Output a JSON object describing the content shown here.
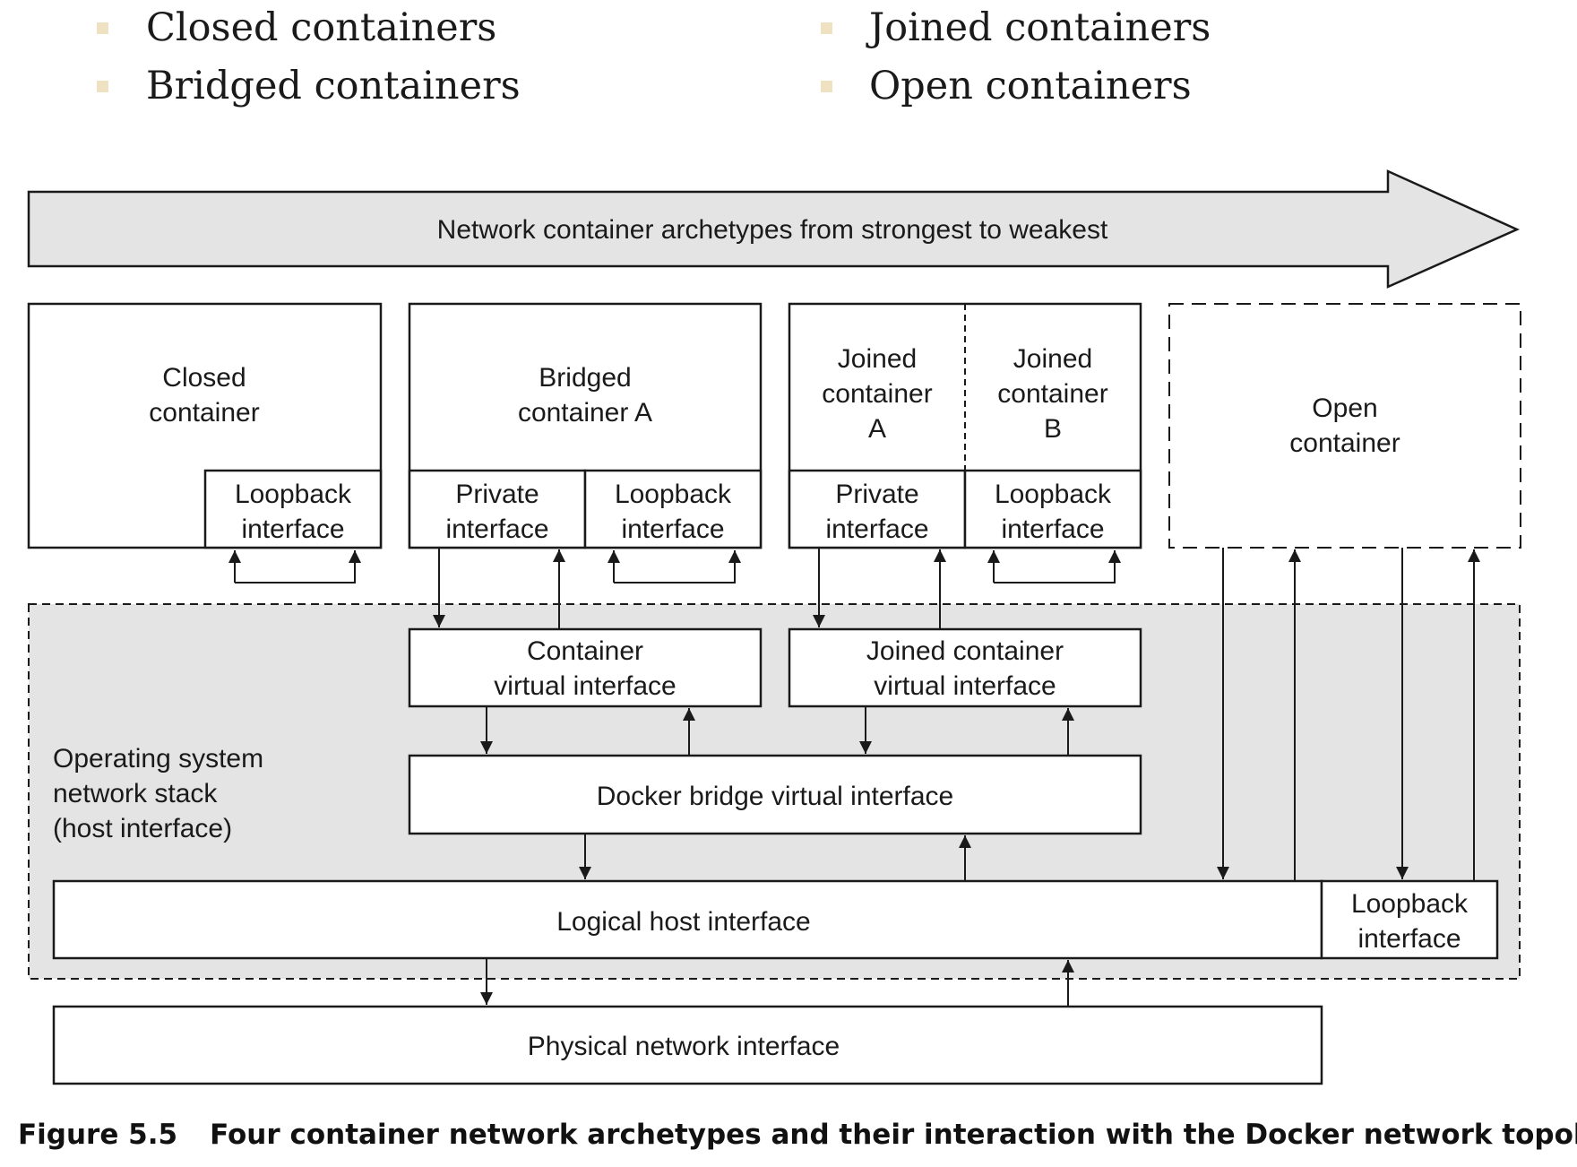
{
  "bullets": [
    "Closed containers",
    "Bridged containers",
    "Joined containers",
    "Open containers"
  ],
  "banner": "Network container archetypes from strongest to weakest",
  "boxes": {
    "closed": "Closed\ncontainer",
    "closed_loopback": "Loopback\ninterface",
    "bridged": "Bridged\ncontainer A",
    "bridged_private": "Private\ninterface",
    "bridged_loopback": "Loopback\ninterface",
    "joined_a": "Joined\ncontainer\nA",
    "joined_b": "Joined\ncontainer\nB",
    "joined_private": "Private\ninterface",
    "joined_loopback": "Loopback\ninterface",
    "open": "Open\ncontainer",
    "os_stack": "Operating system\nnetwork stack\n(host interface)",
    "container_virtual": "Container\nvirtual interface",
    "joined_virtual": "Joined container\nvirtual interface",
    "docker_bridge": "Docker bridge virtual interface",
    "logical_host": "Logical host interface",
    "host_loopback": "Loopback\ninterface",
    "physical": "Physical network interface"
  },
  "caption": {
    "number": "Figure 5.5",
    "text": "Four container network archetypes and their interaction with the Docker network topology"
  },
  "colors": {
    "bullet": "#efe2c2",
    "banner_fill": "#e4e4e4",
    "stack_fill": "#e4e4e4",
    "box_fill": "#ffffff",
    "stroke": "#1a1a1a"
  }
}
